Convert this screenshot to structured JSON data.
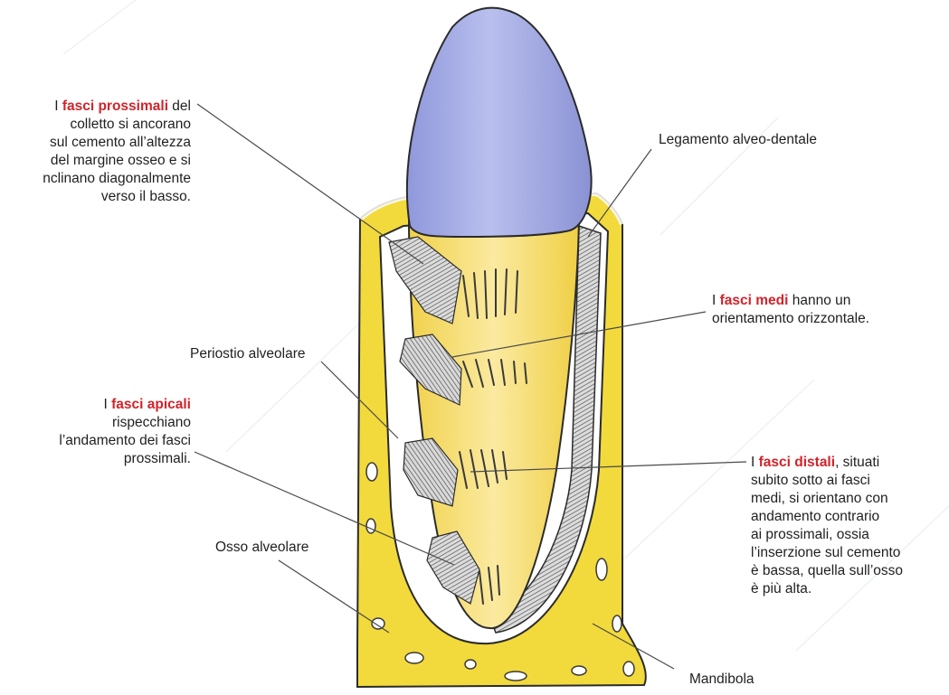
{
  "labels": {
    "prossimali": {
      "lines": [
        {
          "pre": "I ",
          "hl": "fasci prossimali",
          "post": " del"
        },
        {
          "pre": "colletto si ancorano"
        },
        {
          "pre": "sul cemento all’altezza"
        },
        {
          "pre": "del margine osseo e si"
        },
        {
          "pre": "nclinano diagonalmente"
        },
        {
          "pre": "verso il basso."
        }
      ]
    },
    "legamento": {
      "text": "Legamento alveo-dentale"
    },
    "medi": {
      "lines": [
        {
          "pre": "I ",
          "hl": "fasci medi",
          "post": " hanno un"
        },
        {
          "pre": "orientamento orizzontale."
        }
      ]
    },
    "periostio": {
      "text": "Periostio alveolare"
    },
    "apicali": {
      "lines": [
        {
          "pre": "I ",
          "hl": "fasci apicali"
        },
        {
          "pre": "rispecchiano"
        },
        {
          "pre": "l’andamento dei fasci"
        },
        {
          "pre": "prossimali."
        }
      ]
    },
    "distali": {
      "lines": [
        {
          "pre": "I ",
          "hl": "fasci distali",
          "post": ", situati"
        },
        {
          "pre": "subito sotto ai fasci"
        },
        {
          "pre": "medi, si orientano con"
        },
        {
          "pre": "andamento contrario"
        },
        {
          "pre": "ai prossimali, ossia"
        },
        {
          "pre": "l’inserzione sul cemento"
        },
        {
          "pre": "è bassa, quella sull’osso"
        },
        {
          "pre": "è più alta."
        }
      ]
    },
    "osso": {
      "text": "Osso alveolare"
    },
    "mandibola": {
      "text": "Mandibola"
    }
  },
  "colors": {
    "highlight": "#d2232a",
    "crown": "#a9b0e6",
    "root": "#f7e27a",
    "bone": "#f2da3c",
    "fiber": "#6b6b6b"
  }
}
